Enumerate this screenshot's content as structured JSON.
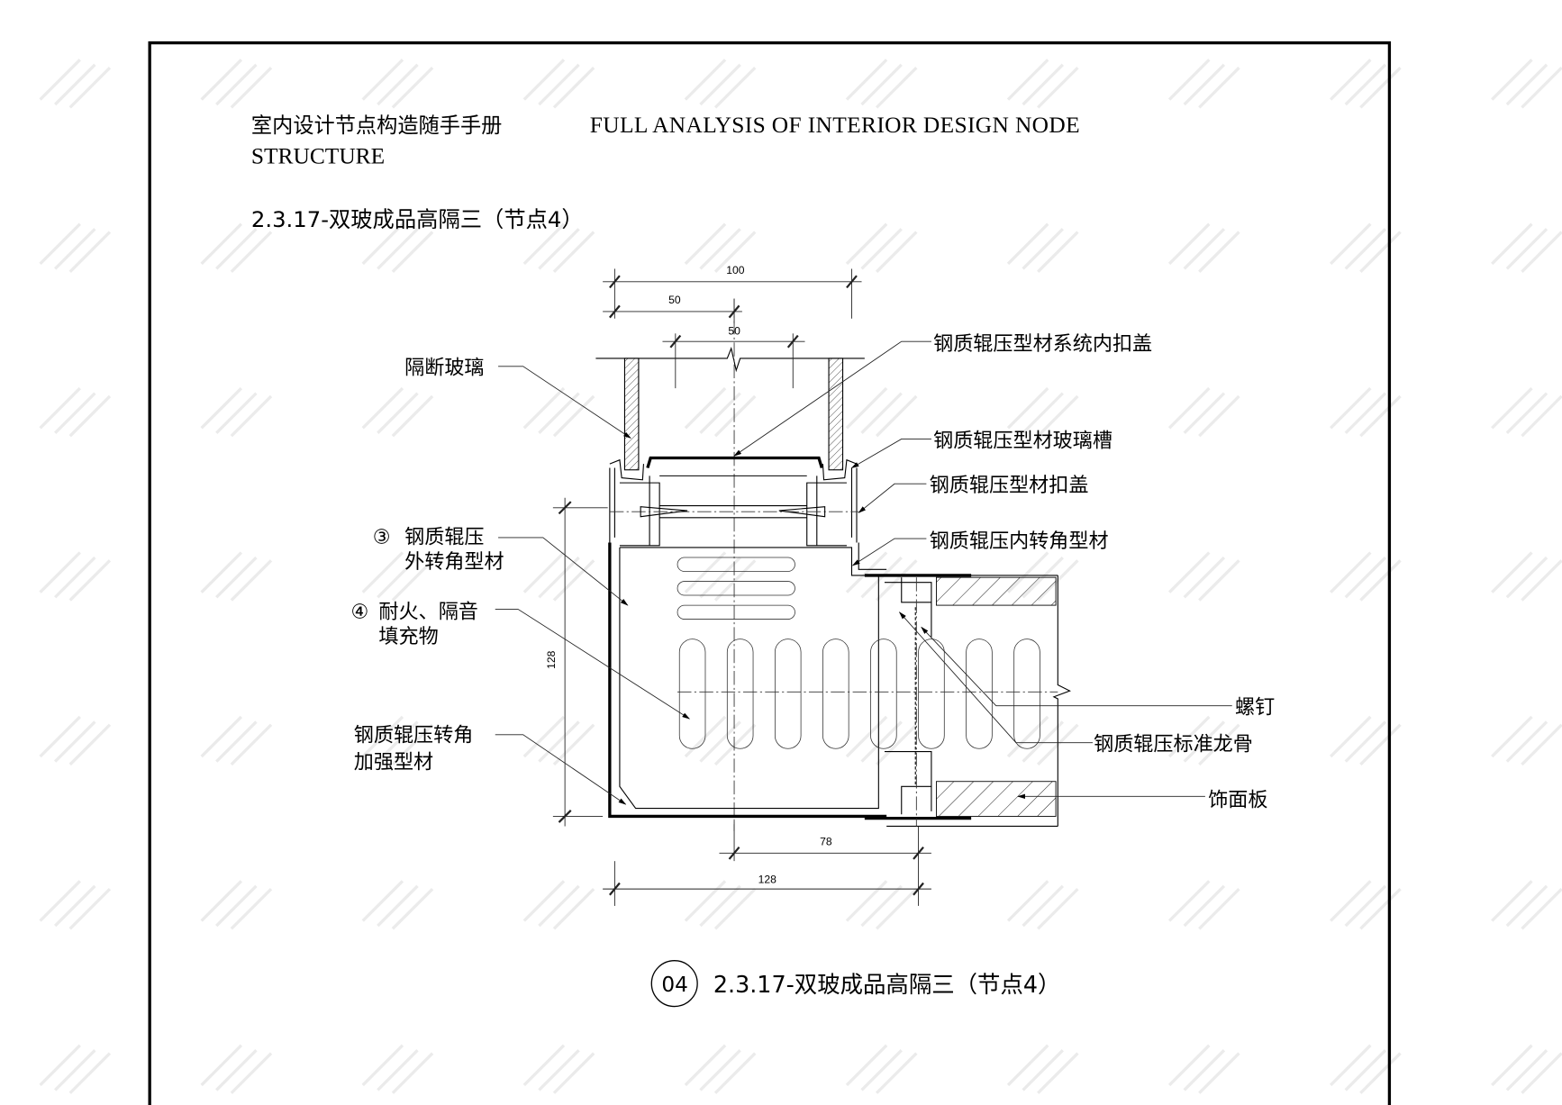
{
  "header": {
    "title_cn": "室内设计节点构造随手手册",
    "title_en": "FULL ANALYSIS OF INTERIOR DESIGN NODE",
    "title_en_2": "STRUCTURE"
  },
  "section_title": "2.3.17-双玻成品高隔三（节点4）",
  "dimensions": {
    "top_overall": "100",
    "top_half": "50",
    "top_inner": "50",
    "left_height": "128",
    "bottom_inner": "78",
    "bottom_overall": "128"
  },
  "labels": {
    "partition_glass": "隔断玻璃",
    "inner_cap": "钢质辊压型材系统内扣盖",
    "glass_slot": "钢质辊压型材玻璃槽",
    "cap": "钢质辊压型材扣盖",
    "inner_corner": "钢质辊压内转角型材",
    "outer_corner_num": "③",
    "outer_corner_1": "钢质辊压",
    "outer_corner_2": "外转角型材",
    "filler_num": "④",
    "filler_1": "耐火、隔音",
    "filler_2": "填充物",
    "reinforce_1": "钢质辊压转角",
    "reinforce_2": "加强型材",
    "screw": "螺钉",
    "stud": "钢质辊压标准龙骨",
    "facing": "饰面板"
  },
  "caption": {
    "number": "04",
    "title": "2.3.17-双玻成品高隔三（节点4）"
  }
}
